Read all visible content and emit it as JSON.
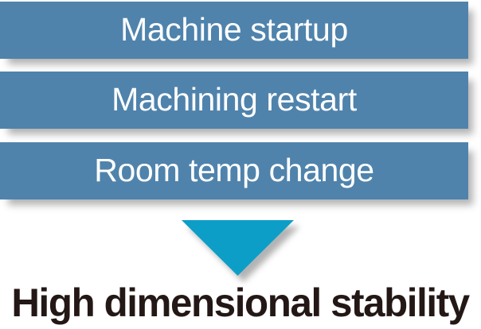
{
  "diagram": {
    "type": "funnel-flow",
    "background_color": "#ffffff",
    "bar_color": "#4f83ac",
    "bar_text_color": "#ffffff",
    "arrow_color": "#109ec8",
    "outcome_text_color": "#231815",
    "conditions": [
      {
        "label": "Machine startup"
      },
      {
        "label": "Machining restart"
      },
      {
        "label": "Room temp change"
      }
    ],
    "arrow": {
      "icon": "triangle-down-icon",
      "direction": "down"
    },
    "outcome": {
      "label": "High dimensional stability"
    }
  }
}
